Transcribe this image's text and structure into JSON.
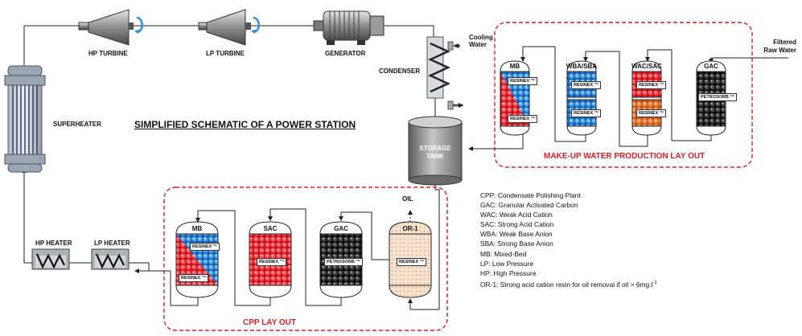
{
  "title": "SIMPLIFIED SCHEMATIC OF A POWER STATION",
  "equipment": {
    "hp_turbine": "HP TURBINE",
    "lp_turbine": "LP TURBINE",
    "generator": "GENERATOR",
    "condenser": "CONDENSER",
    "cooling_water_line1": "Cooling",
    "cooling_water_line2": "Water",
    "superheater": "SUPERHEATER",
    "storage_tank_line1": "STORAGE",
    "storage_tank_line2": "TANK",
    "hp_heater": "HP HEATER",
    "lp_heater": "LP HEATER",
    "oil": "OIL",
    "filtered_raw_water_line1": "Filtered",
    "filtered_raw_water_line2": "Raw Water"
  },
  "makeup": {
    "label": "MAKE-UP WATER PRODUCTION  LAY OUT",
    "vessels": [
      {
        "name": "MB",
        "tags": [
          "RESINEX ™",
          "RESINEX ™"
        ]
      },
      {
        "name": "WBA/SBA",
        "tags": [
          "RESINEX ™",
          "RESINEX ™"
        ]
      },
      {
        "name": "WAC/SAC",
        "tags": [
          "RESINEX ™",
          "RESINEX ™"
        ]
      },
      {
        "name": "GAC",
        "tags": [
          "PETROSORB ™"
        ]
      }
    ]
  },
  "cpp": {
    "label": "CPP LAY OUT",
    "vessels": [
      {
        "name": "MB",
        "tags": [
          "RESINEX ™",
          "RESINEX ™"
        ]
      },
      {
        "name": "SAC",
        "tags": [
          "RESINEX ™"
        ]
      },
      {
        "name": "GAC",
        "tags": [
          "PETROSORB ™"
        ]
      },
      {
        "name": "OR-1",
        "tags": [
          "RESINEX ™"
        ]
      }
    ]
  },
  "legend": [
    "CPP: Condensate Polishing Plant",
    "GAC: Granular Activated Carbon",
    "WAC: Weak Acid Cation",
    "SAC: Strong Acid Cation",
    "WBA: Weak Base Anion",
    "SBA: Strong Base Anion",
    "MB: Mixed-Bed",
    "LP: Low Pressure",
    "HP: High Pressure",
    "OR-1: Strong acid cation resin for oil removal if oil > 6mg.l"
  ],
  "legend_superscript": "-1",
  "colors": {
    "cation": "#e8343a",
    "anion": "#2f8fe0",
    "wac": "#f07a2a",
    "carbon": "#1a1a1a",
    "oil_resin": "#f5dcc4",
    "frame": "#d61f26"
  }
}
